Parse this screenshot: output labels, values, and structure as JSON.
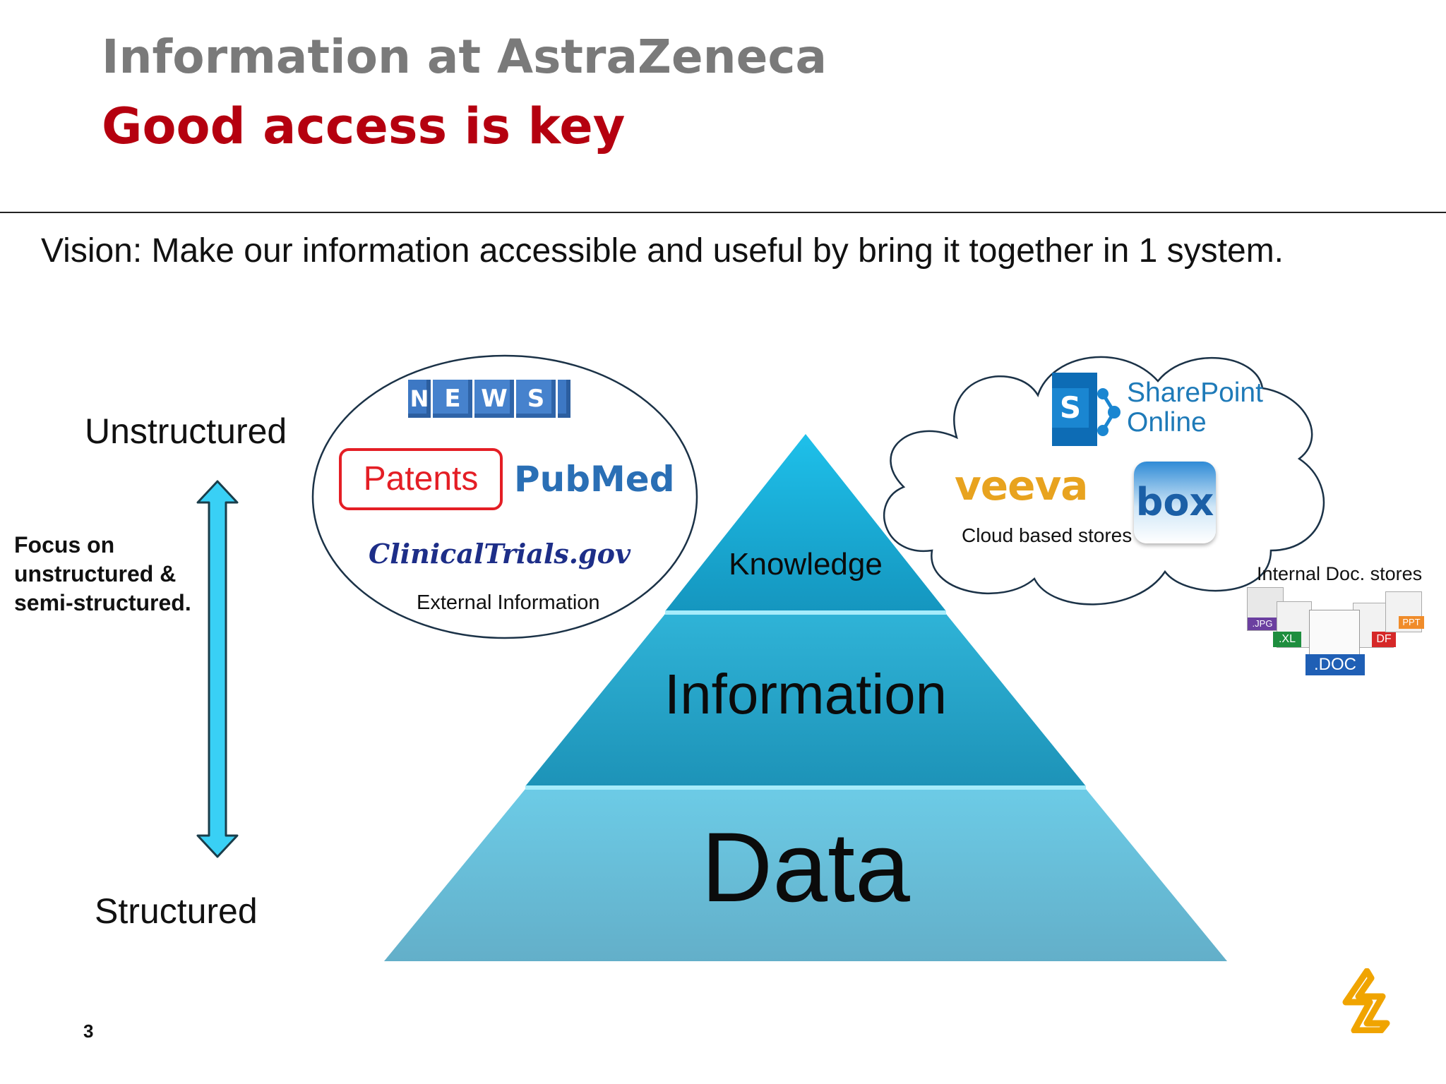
{
  "header": {
    "title": "Information at AstraZeneca",
    "subtitle": "Good access is key"
  },
  "vision": "Vision: Make our information accessible and useful by bring it together in 1 system.",
  "axis": {
    "top_label": "Unstructured",
    "bottom_label": "Structured",
    "focus_lines": [
      "Focus on",
      "unstructured &",
      "semi-structured."
    ]
  },
  "pyramid": {
    "top": "Knowledge",
    "middle": "Information",
    "bottom": "Data"
  },
  "external": {
    "news_letters": [
      "N",
      "E",
      "W",
      "S"
    ],
    "patents": "Patents",
    "pubmed": "PubMed",
    "clinical": "ClinicalTrials.gov",
    "caption": "External Information"
  },
  "cloud": {
    "sharepoint_line1": "SharePoint",
    "sharepoint_line2": "Online",
    "sharepoint_icon": "S",
    "veeva": "veeva",
    "box": "box",
    "caption": "Cloud based stores"
  },
  "internal": {
    "caption": "Internal Doc. stores",
    "file_types": [
      ".JPG",
      ".XL",
      "DF",
      "PPT",
      ".DOC"
    ]
  },
  "page_number": "3",
  "colors": {
    "title_gray": "#7a7a7a",
    "subtitle_red": "#b5000f",
    "pyramid_cyan": "#2bb7dc",
    "arrow_fill": "#39d0f5",
    "brand_gold": "#f0a400"
  }
}
